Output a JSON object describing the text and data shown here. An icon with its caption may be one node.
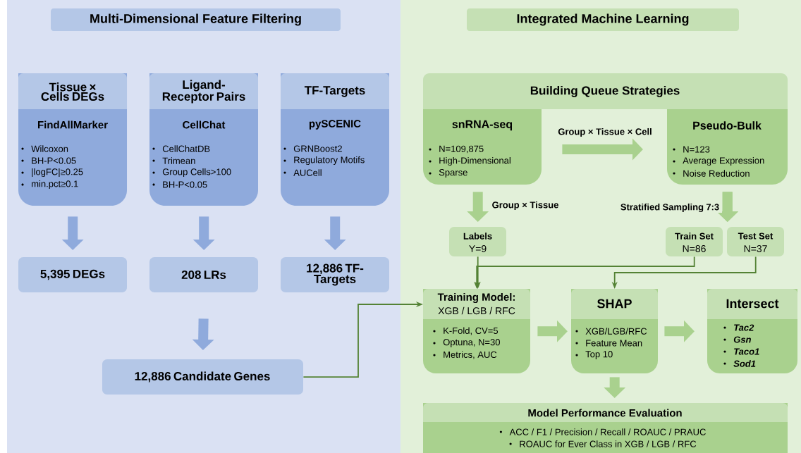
{
  "diagram": {
    "nodes": [
      {
        "text": [
          "Multi-Dimensional Feature Filtering"
        ]
      },
      {
        "text": [
          "Tissue × Cells DEGs",
          "FindAllMarker",
          "Wilcoxon",
          "BH-P<0.05",
          "|logFC|≥0.25",
          "min.pct≥0.1"
        ],
        "in": 0
      },
      {
        "text": [
          "Ligand-Receptor Pairs",
          "CellChat",
          "CellChatDB",
          "Trimean",
          "Group Cells>100",
          "BH-P<0.05"
        ],
        "in": 0
      },
      {
        "text": [
          "TF-Targets",
          "pySCENIC",
          "GRNBoost2",
          "Regulatory Motifs",
          "AUCell"
        ],
        "in": 0
      },
      {
        "text": [
          "5,395 DEGs"
        ],
        "in": 0
      },
      {
        "text": [
          "208 LRs"
        ],
        "in": 0
      },
      {
        "text": [
          "12,886 TF-Targets"
        ],
        "in": 0
      },
      {
        "text": [
          "12,886 Candidate Genes"
        ],
        "in": 0
      },
      {
        "text": [
          "Integrated Machine Learning"
        ]
      },
      {
        "text": [
          "Building Queue Strategies"
        ],
        "in": 8
      },
      {
        "text": [
          "snRNA-seq",
          "N=109,875",
          "High-Dimensional",
          "Sparse"
        ],
        "in": 8
      },
      {
        "text": [
          "Pseudo-Bulk",
          "N=123",
          "Average Expression",
          "Noise Reduction"
        ],
        "in": 8
      },
      {
        "text": [
          "Labels",
          "Y=9"
        ],
        "in": 8
      },
      {
        "text": [
          "Train Set",
          "N=86"
        ],
        "in": 8
      },
      {
        "text": [
          "Test Set",
          "N=37"
        ],
        "in": 8
      },
      {
        "text": [
          "Training Model:",
          "XGB / LGB / RFC",
          "K-Fold, CV=5",
          "Optuna, N=30",
          "Metrics, AUC"
        ],
        "in": 8
      },
      {
        "text": [
          "SHAP",
          "XGB/LGB/RFC",
          "Feature Mean",
          "Top 10"
        ],
        "in": 8
      },
      {
        "text": [
          "Intersect",
          "Tac2",
          "Gsn",
          "Taco1",
          "Sod1"
        ],
        "in": 8
      },
      {
        "text": [
          "Model Performance Evaluation",
          "ACC / F1 / Precision / Recall / ROAUC / PRAUC",
          "ROAUC for Ever Class in XGB / LGB / RFC"
        ],
        "in": 8
      }
    ],
    "edges": [
      {
        "from": 1,
        "to": 4,
        "arrow": "to",
        "color": "#8faadc"
      },
      {
        "from": 2,
        "to": 5,
        "arrow": "to",
        "color": "#8faadc"
      },
      {
        "from": 3,
        "to": 6,
        "arrow": "to",
        "color": "#8faadc"
      },
      {
        "from": 5,
        "to": 7,
        "arrow": "to",
        "color": "#8faadc"
      },
      {
        "from": 10,
        "to": 11,
        "arrow": "to",
        "label": "Group × Tissue × Cell"
      },
      {
        "from": 10,
        "to": 12,
        "arrow": "to",
        "label": "Group × Tissue"
      },
      {
        "from": 11,
        "to": 13,
        "arrow": "to",
        "label": "Stratified Sampling 7:3"
      },
      {
        "from": 11,
        "to": 14,
        "arrow": "to"
      },
      {
        "from": 7,
        "to": 15,
        "arrow": "to",
        "color": "#548235"
      },
      {
        "from": 12,
        "to": 15,
        "arrow": "to",
        "color": "#548235"
      },
      {
        "from": 13,
        "to": 15,
        "arrow": "to",
        "color": "#548235"
      },
      {
        "from": 14,
        "to": 16,
        "arrow": "to",
        "color": "#548235"
      },
      {
        "from": 15,
        "to": 16,
        "arrow": "to"
      },
      {
        "from": 16,
        "to": 17,
        "arrow": "to"
      },
      {
        "from": 16,
        "to": 18,
        "arrow": "to"
      }
    ]
  }
}
